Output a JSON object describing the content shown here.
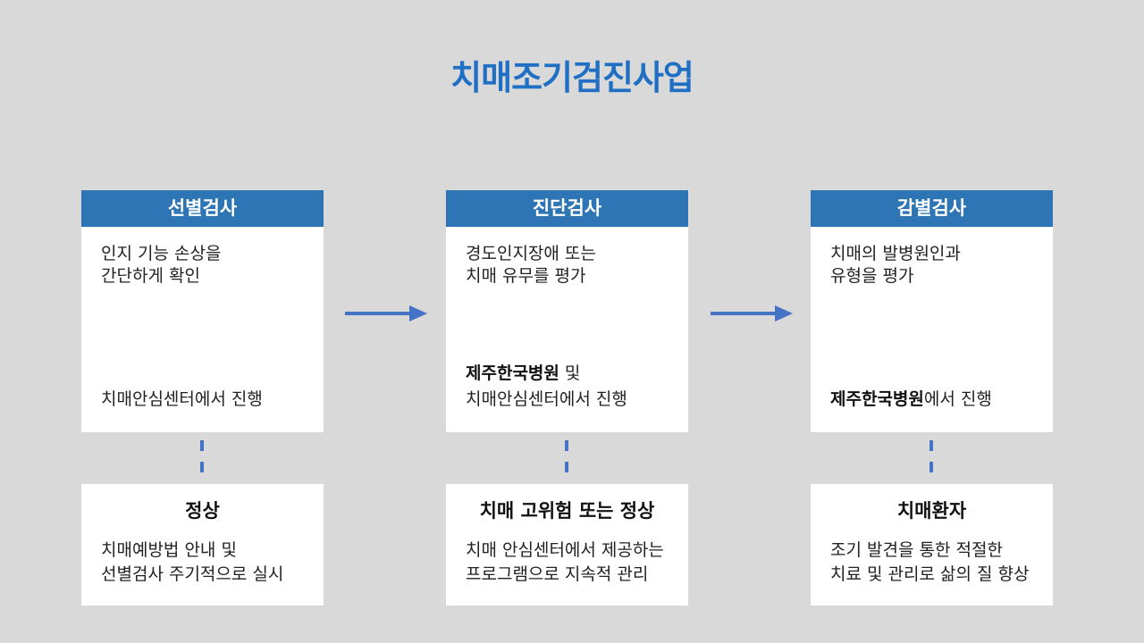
{
  "title": "치매조기검진사업",
  "steps": [
    {
      "header": "선별검사",
      "desc": [
        "인지 기능 손상을",
        "간단하게 확인"
      ],
      "where_line1_bold": "",
      "where_line1_rest": "",
      "where_line2_bold": "",
      "where_line2_rest": "치매안심센터에서 진행"
    },
    {
      "header": "진단검사",
      "desc": [
        "경도인지장애 또는",
        "치매 유무를 평가"
      ],
      "where_line1_bold": "제주한국병원",
      "where_line1_rest": " 및",
      "where_line2_bold": "",
      "where_line2_rest": "치매안심센터에서 진행"
    },
    {
      "header": "감별검사",
      "desc": [
        "치매의 발병원인과",
        "유형을 평가"
      ],
      "where_line1_bold": "",
      "where_line1_rest": "",
      "where_line2_bold": "제주한국병원",
      "where_line2_rest": "에서 진행"
    }
  ],
  "results": [
    {
      "title": "정상",
      "desc": [
        "치매예방법 안내 및",
        "선별검사 주기적으로 실시"
      ]
    },
    {
      "title": "치매 고위험 또는 정상",
      "desc": [
        "치매 안심센터에서 제공하는",
        "프로그램으로 지속적 관리"
      ]
    },
    {
      "title": "치매환자",
      "desc": [
        "조기 발견을 통한 적절한",
        "치료 및 관리로 삶의 질 향상"
      ]
    }
  ],
  "colors": {
    "title": "#1f6fc4",
    "header_bg": "#2e75b6",
    "arrow": "#4472c4",
    "background": "#d9d9d9"
  }
}
